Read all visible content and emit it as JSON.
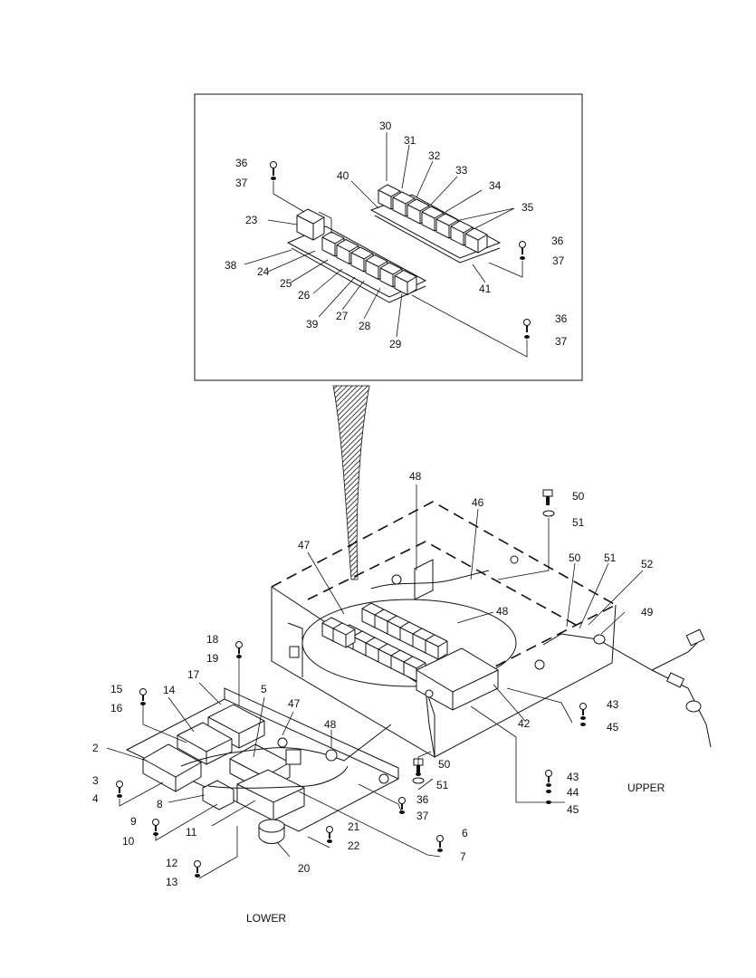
{
  "captions": {
    "upper": "UPPER",
    "lower": "LOWER"
  },
  "labels": {
    "inset": [
      "30",
      "31",
      "32",
      "33",
      "34",
      "35",
      "36",
      "37",
      "40",
      "23",
      "38",
      "24",
      "25",
      "26",
      "39",
      "27",
      "28",
      "29",
      "41",
      "36",
      "37",
      "36",
      "37"
    ],
    "main": [
      "48",
      "46",
      "50",
      "51",
      "47",
      "50",
      "51",
      "52",
      "48",
      "49",
      "18",
      "19",
      "17",
      "14",
      "5",
      "15",
      "16",
      "47",
      "48",
      "2",
      "3",
      "4",
      "50",
      "51",
      "43",
      "45",
      "42",
      "43",
      "44",
      "45",
      "8",
      "9",
      "10",
      "36",
      "37",
      "11",
      "21",
      "22",
      "6",
      "7",
      "12",
      "13",
      "20"
    ]
  }
}
